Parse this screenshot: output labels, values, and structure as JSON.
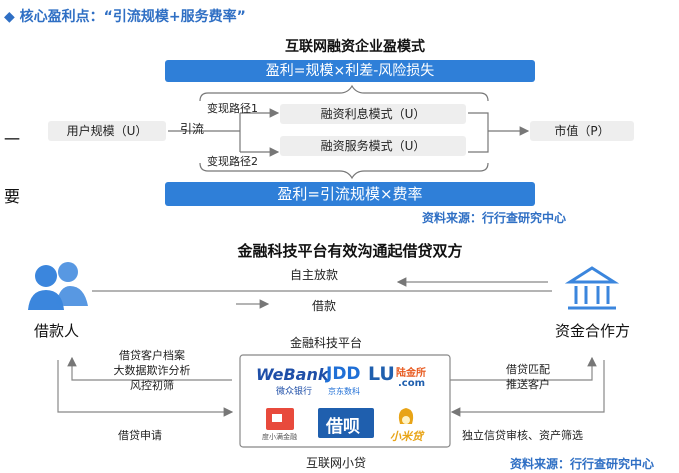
{
  "header": {
    "title": "◆ 核心盈利点：“引流规模+服务费率”"
  },
  "top_diagram": {
    "heading": "互联网融资企业盈模式",
    "formula_top": "盈利=规模×利差-风险损失",
    "formula_bottom": "盈利=引流规模×费率",
    "user_scale": "用户规模（U）",
    "traffic_label": "引流",
    "path1": "变现路径1",
    "path2": "变现路径2",
    "mode_interest": "融资利息模式（U）",
    "mode_service": "融资服务模式（U）",
    "market_value": "市值（P）",
    "source": "资料来源：行行查研究中心"
  },
  "side_chars": {
    "first": "一",
    "second": "要"
  },
  "bottom_diagram": {
    "heading": "金融科技平台有效沟通起借贷双方",
    "borrower": "借款人",
    "funder": "资金合作方",
    "self_lending": "自主放款",
    "loan": "借款",
    "platform_label": "金融科技平台",
    "left_services": [
      "借贷客户档案",
      "大数据欺诈分析",
      "风控初筛"
    ],
    "loan_application": "借贷申请",
    "right_services": [
      "借贷匹配",
      "推送客户"
    ],
    "independent_review": "独立信贷审核、资产筛选",
    "logos": {
      "webank": "WeBank",
      "webank_cn": "微众银行",
      "jd": "JDD",
      "jd_cn": "京东数科",
      "lu": "LU",
      "lu_cn": "陆金所",
      "lu_com": ".com",
      "du": "度小满金融",
      "jiebei": "借呗",
      "xiaomi": "小米贷"
    },
    "internet_loans": "互联网小贷",
    "source": "资料来源：行行查研究中心"
  },
  "colors": {
    "accent": "#2f7fd8",
    "source": "#2f6fc4",
    "box": "#eeeeee",
    "arrow": "#777777"
  }
}
